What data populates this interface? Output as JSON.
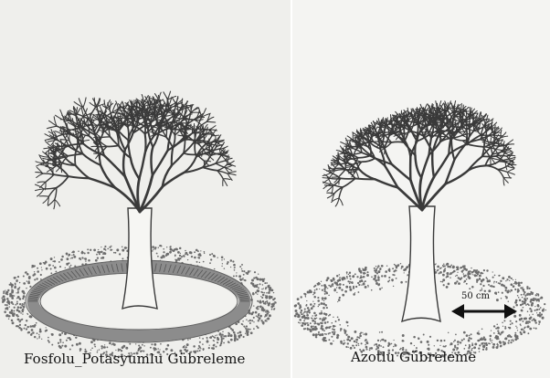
{
  "figure": {
    "left_panel": {
      "caption": "Fosfolu_Potasyumlu Gübreleme",
      "illustration": "tree-with-ring-trench-icon"
    },
    "right_panel": {
      "caption": "Azotlu Gübreleme",
      "measurement_label": "50 cm",
      "illustration": "tree-with-broadcast-area-icon"
    },
    "colors": {
      "ink": "#3a3a3a",
      "trench": "#8c8c8c",
      "stipple": "#6d6d6d",
      "paper": "#efefec"
    }
  }
}
